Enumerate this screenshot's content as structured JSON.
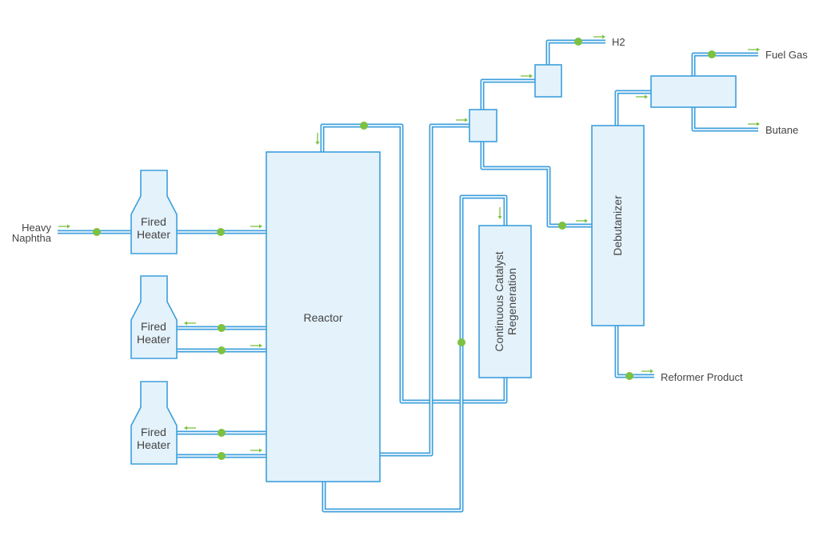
{
  "units": {
    "heater_1": "Fired Heater",
    "heater_2": "Fired Heater",
    "heater_3": "Fired Heater",
    "reactor": "Reactor",
    "ccr_line1": "Continuous Catalyst",
    "ccr_line2": "Regeneration",
    "debutanizer": "Debutanizer"
  },
  "heater_label": {
    "line1": "Fired",
    "line2": "Heater"
  },
  "streams": {
    "feed_line1": "Heavy",
    "feed_line2": "Naphtha",
    "h2": "H2",
    "fuel_gas": "Fuel Gas",
    "butane": "Butane",
    "reformer_product": "Reformer Product"
  },
  "colors": {
    "equipment_fill": "#e4f2fb",
    "pipe": "#3d9fdc",
    "flow_marker": "#7cc142"
  }
}
